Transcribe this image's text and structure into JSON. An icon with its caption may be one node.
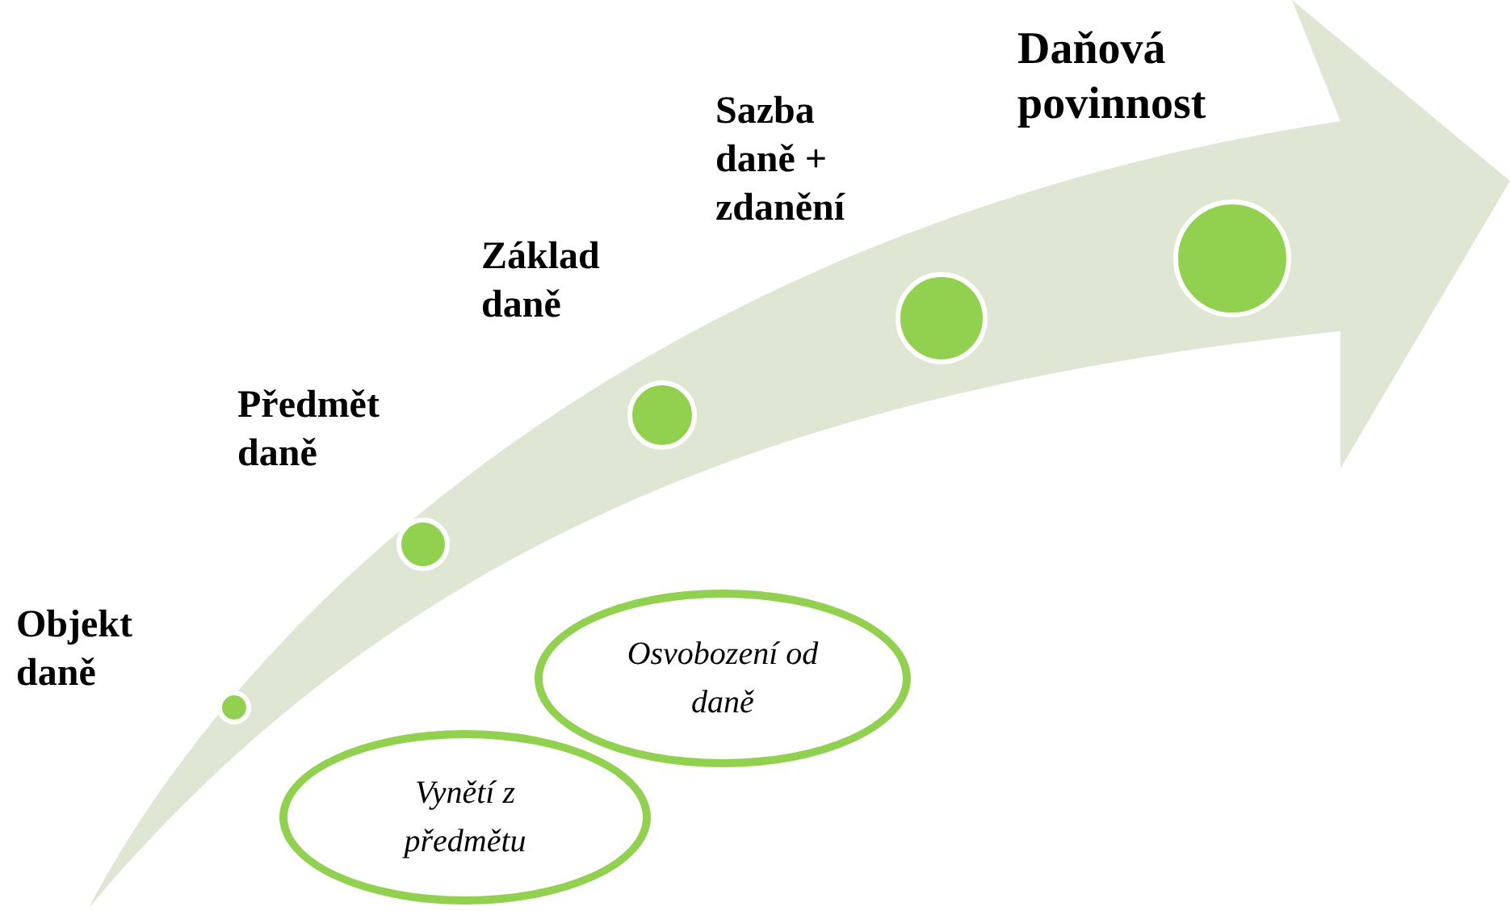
{
  "diagram": {
    "nodes": [
      {
        "text": [
          "Objekt daně"
        ]
      },
      {
        "text": [
          "Předmět daně"
        ]
      },
      {
        "text": [
          "Základ daně"
        ]
      },
      {
        "text": [
          "Sazba daně + zdanění"
        ]
      },
      {
        "text": [
          "Daňová povinnost"
        ]
      },
      {
        "text": [
          "Osvobození od daně"
        ]
      },
      {
        "text": [
          "Vynětí z předmětu"
        ]
      }
    ]
  }
}
